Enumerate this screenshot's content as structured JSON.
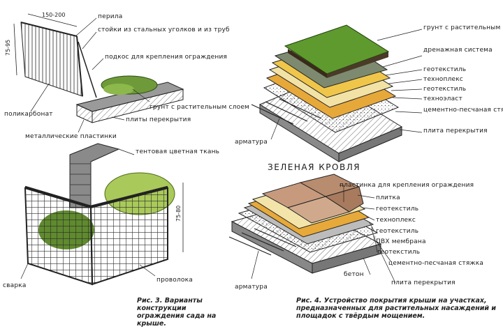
{
  "fig_top_left": {
    "dim_width": "150-200",
    "dim_height": "75-95",
    "labels": {
      "railing": "перила",
      "posts": "стойки из стальных уголков и из труб",
      "brace": "подкос для крепления ограждения",
      "soil": "грунт с растительным слоем",
      "polycarbonate": "поликарбонат",
      "floor_slab": "плиты перекрытия",
      "metal_plates": "металлические пластинки"
    }
  },
  "fig_bottom_left": {
    "dim_height": "75-80",
    "labels": {
      "awning": "тентовая цветная ткань",
      "welding": "сварка",
      "wire": "проволока"
    }
  },
  "fig_top_right": {
    "title": "ЗЕЛЕНАЯ КРОВЛЯ",
    "labels": {
      "soil": "грунт с растительным слоем",
      "drainage": "дренажная система",
      "geotextile1": "геотекстиль",
      "technoplex": "техноплекс",
      "geotextile2": "геотекстиль",
      "technoelast": "техноэласт",
      "screed": "цементно-песчаная стяжка",
      "slab": "плита перекрытия",
      "rebar": "арматура"
    }
  },
  "fig_bottom_right": {
    "labels": {
      "plate": "пластинка для крепления ограждения",
      "tile": "плитка",
      "geotextile1": "геотекстиль",
      "technoplex": "техноплекс",
      "geotextile2": "геотекстиль",
      "pvc": "ПВХ мембрана",
      "geotextile3": "геотекстиль",
      "screed": "цементно-песчаная стяжка",
      "concrete": "бетон",
      "slab": "плита перекрытия",
      "rebar": "арматура"
    }
  },
  "captions": {
    "fig3": "Рис. 3. Варианты конструкции ограждения сада на крыше.",
    "fig4": "Рис. 4. Устройство покрытия крыши на участках, предназначенных для растительных насаждений и площадок с твёрдым мощением."
  }
}
